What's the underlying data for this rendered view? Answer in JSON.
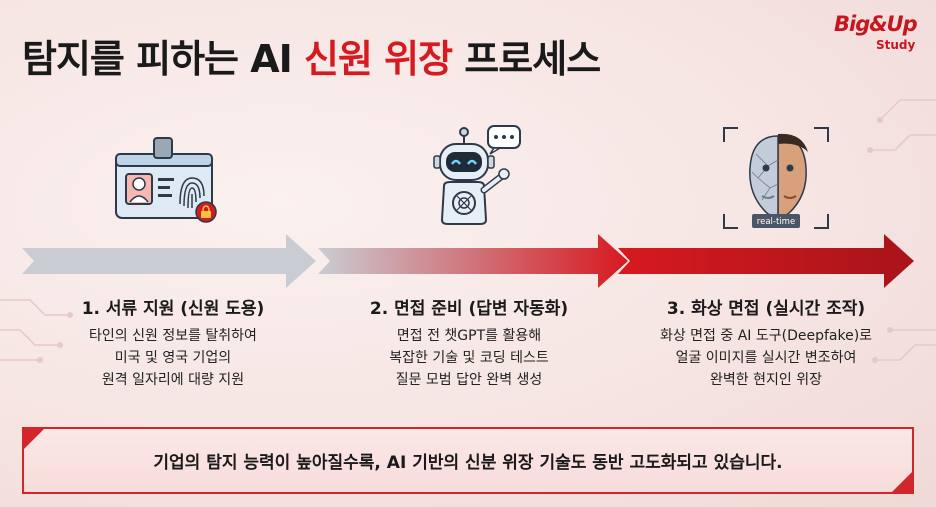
{
  "title": {
    "prefix": "탐지를 피하는 AI ",
    "accent": "신원 위장",
    "suffix": " 프로세스",
    "accent_color": "#d71920"
  },
  "brand": {
    "main": "Big&Up",
    "sub": "Study",
    "color": "#c8161d"
  },
  "steps": [
    {
      "title": "1. 서류 지원 (신원 도용)",
      "lines": [
        "타인의 신원 정보를 탈취하여",
        "미국 및 영국 기업의",
        "원격 일자리에 대량 지원"
      ],
      "icon": "id-card-fingerprint-icon"
    },
    {
      "title": "2. 면접 준비 (답변 자동화)",
      "lines": [
        "면접 전 챗GPT를 활용해",
        "복잡한 기술 및 코딩 테스트",
        "질문 모범 답안 완벽 생성"
      ],
      "icon": "chatbot-robot-icon"
    },
    {
      "title": "3. 화상 면접 (실시간 조작)",
      "lines": [
        "화상 면접 중 AI 도구(Deepfake)로",
        "얼굴 이미지를 실시간 변조하여",
        "완벽한 현지인 위장"
      ],
      "icon": "deepfake-face-icon",
      "icon_label": "real-time"
    }
  ],
  "banner": {
    "text": "기업의 탐지 능력이 높아질수록, AI 기반의 신분 위장 기술도 동반 고도화되고 있습니다."
  },
  "colors": {
    "arrow_gray": "#c9cdd3",
    "arrow_red": "#d71920",
    "arrow_dark_red": "#a8141a"
  }
}
